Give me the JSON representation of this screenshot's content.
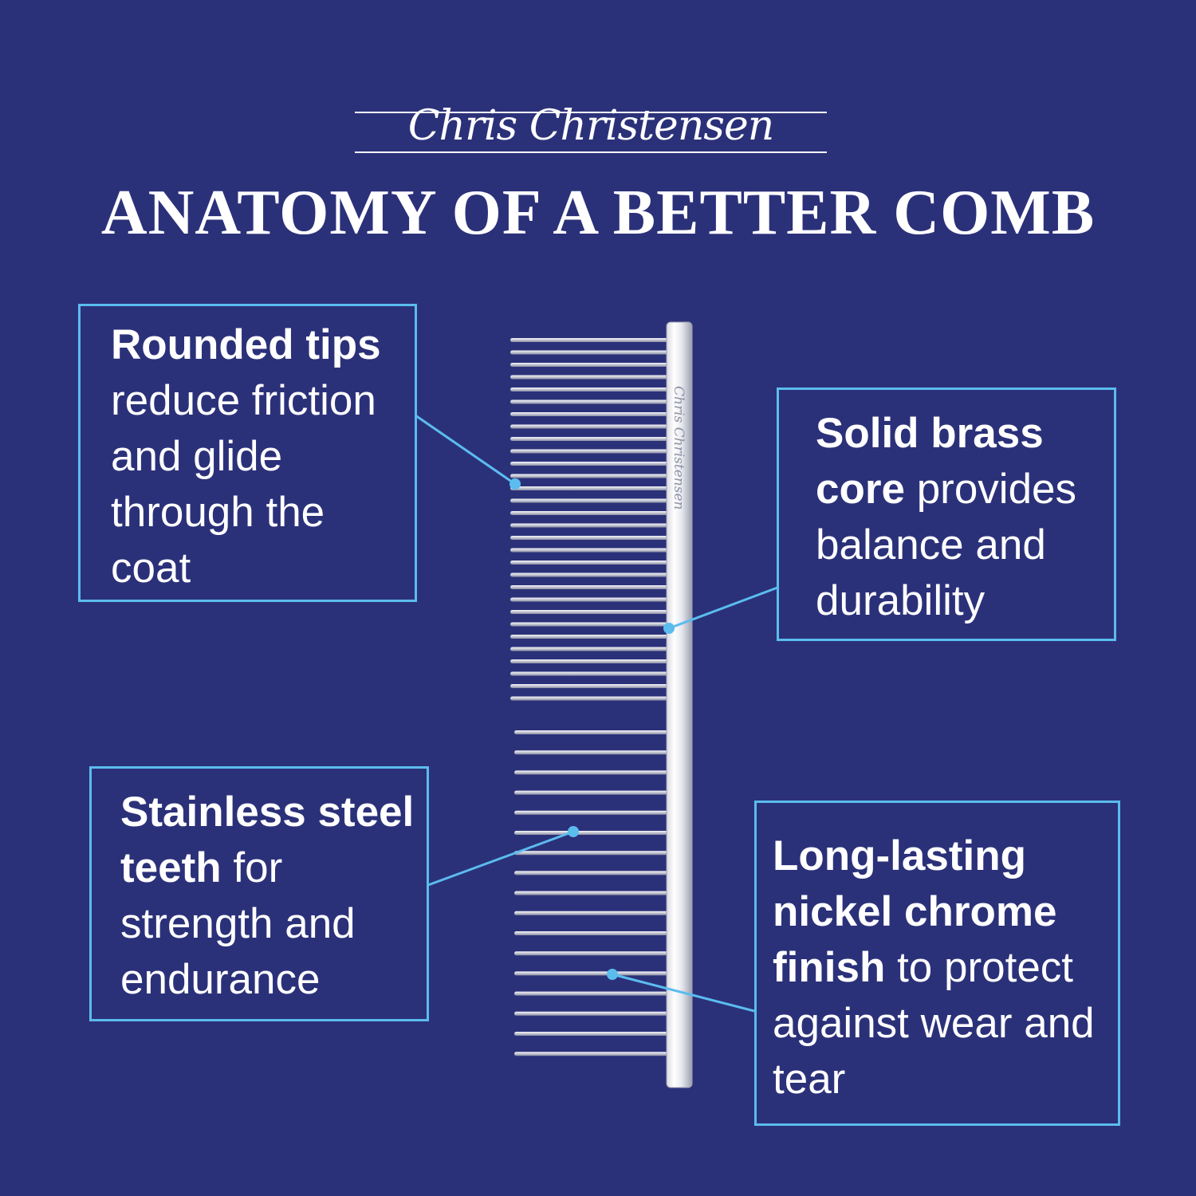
{
  "brand": {
    "logo_text": "Chris Christensen"
  },
  "headline": "ANATOMY OF A BETTER COMB",
  "comb": {
    "spine_engraving": "Chris Christensen"
  },
  "callouts": {
    "rounded_tips": {
      "bold": "Rounded tips",
      "rest": "reduce friction and glide through the coat"
    },
    "brass_core": {
      "bold": "Solid brass core",
      "rest": "provides balance and durability"
    },
    "steel_teeth": {
      "bold": "Stainless steel teeth",
      "rest": "for strength and endurance"
    },
    "chrome_finish": {
      "bold": "Long-lasting nickel chrome finish",
      "rest": "to protect against wear and tear"
    }
  },
  "colors": {
    "background": "#2b3179",
    "accent": "#5bbcee",
    "text": "#ffffff"
  }
}
